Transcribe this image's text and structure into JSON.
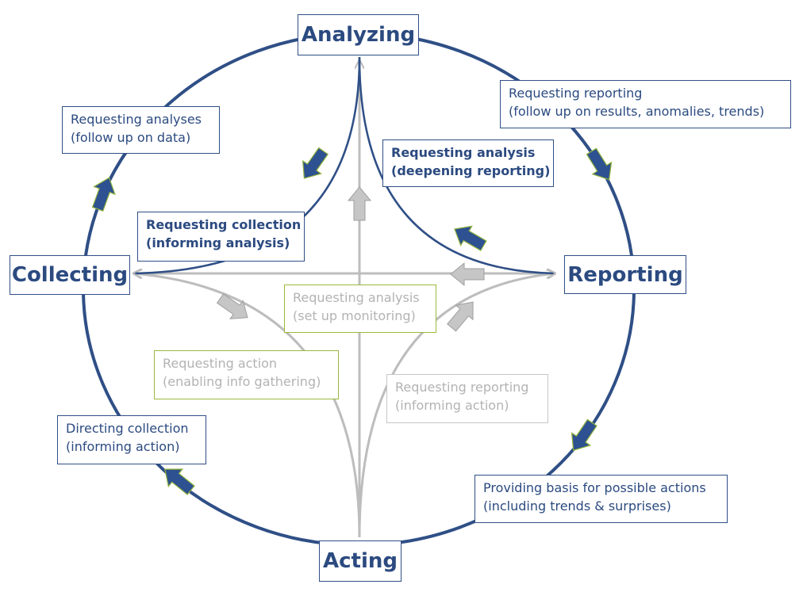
{
  "colors": {
    "navy": "#2f4f86",
    "navy_text": "#2b4a80",
    "grey_line": "#bdbdbd",
    "grey_text": "#b3b3b3",
    "green_border": "#9ab83f",
    "arrow_fill": "#2d5191"
  },
  "nodes": {
    "analyzing": "Analyzing",
    "reporting": "Reporting",
    "acting": "Acting",
    "collecting": "Collecting"
  },
  "outer_labels": {
    "requesting_analyses": {
      "line1": "Requesting analyses",
      "line2": "(follow up on data)"
    },
    "requesting_reporting": {
      "line1": "Requesting reporting",
      "line2": "(follow up on results, anomalies, trends)"
    },
    "providing_basis": {
      "line1": "Providing basis for possible actions",
      "line2": "(including trends & surprises)"
    },
    "directing_collection": {
      "line1": "Directing collection",
      "line2": "(informing action)"
    }
  },
  "inner_labels": {
    "requesting_analysis_deepening": {
      "line1": "Requesting analysis",
      "line2": "(deepening reporting)"
    },
    "requesting_collection": {
      "line1": "Requesting collection",
      "line2": "(informing analysis)"
    },
    "requesting_analysis_monitoring": {
      "line1": "Requesting analysis",
      "line2": "(set up monitoring)"
    },
    "requesting_action": {
      "line1": "Requesting action",
      "line2": "(enabling info gathering)"
    },
    "requesting_reporting_action": {
      "line1": "Requesting reporting",
      "line2": "(informing action)"
    }
  }
}
